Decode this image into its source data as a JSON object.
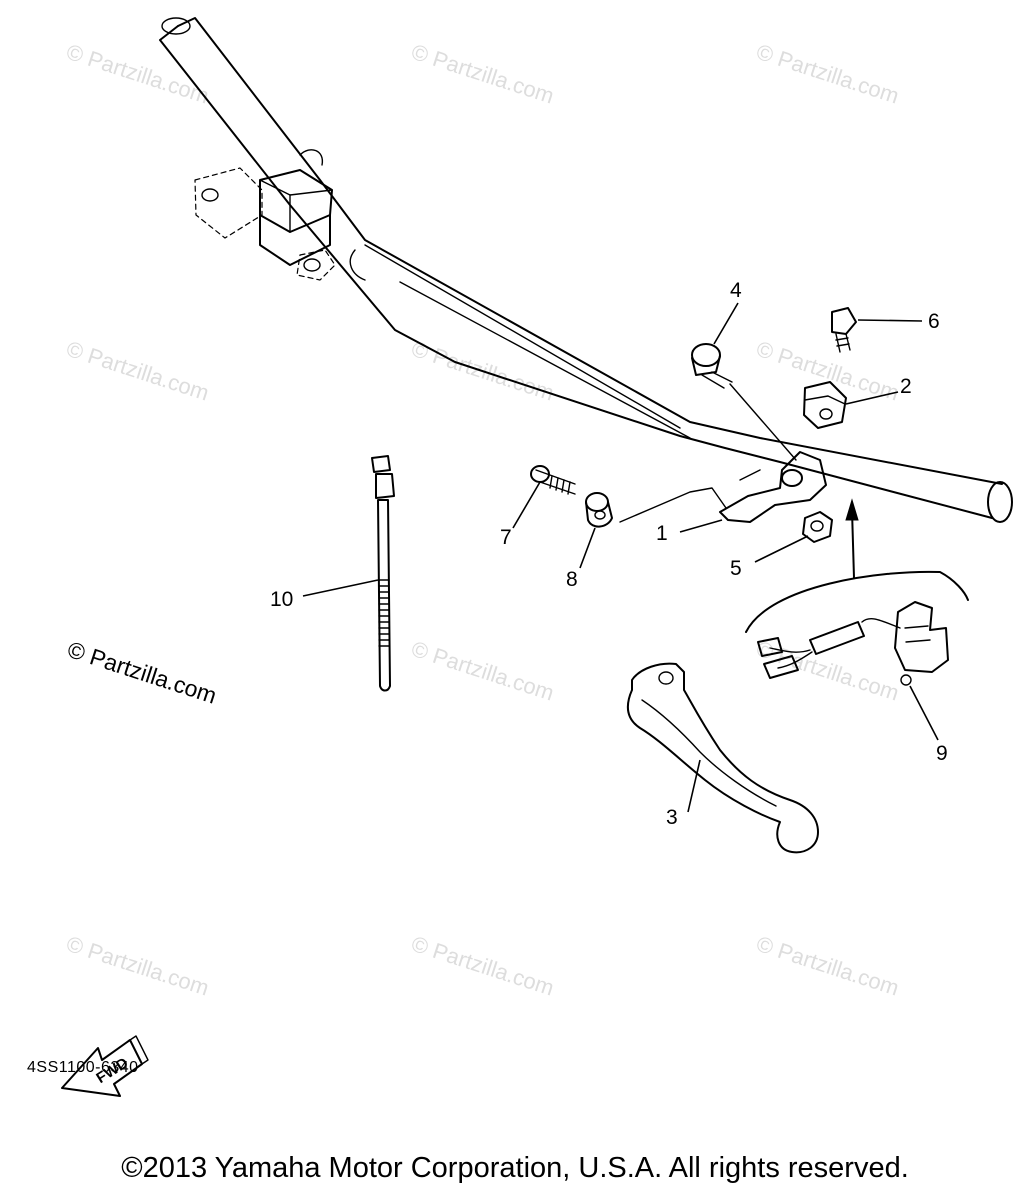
{
  "diagram": {
    "callouts": [
      "1",
      "2",
      "3",
      "4",
      "5",
      "6",
      "7",
      "8",
      "9",
      "10"
    ],
    "fwd_label": "FWD",
    "watermark_light": "© Partzilla.com",
    "watermark_dark": "© Partzilla.com",
    "part_code": "4SS1100-6340"
  },
  "footer": {
    "copyright": "©2013 Yamaha Motor Corporation, U.S.A. All rights reserved."
  },
  "colors": {
    "line": "#000000",
    "watermark": "#dddddd",
    "background": "#ffffff"
  }
}
